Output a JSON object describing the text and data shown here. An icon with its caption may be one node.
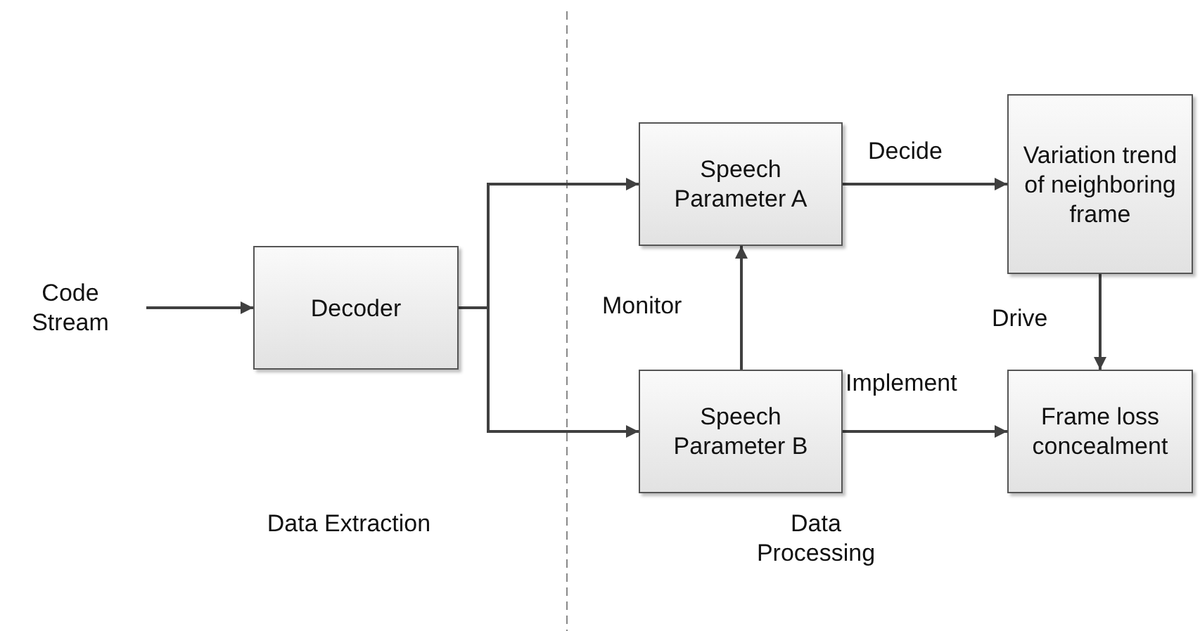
{
  "diagram": {
    "nodes": [
      {
        "text": [
          "Code Stream"
        ]
      },
      {
        "text": [
          "Decoder"
        ]
      },
      {
        "text": [
          "Speech Parameter A"
        ]
      },
      {
        "text": [
          "Variation trend of neighboring frame"
        ]
      },
      {
        "text": [
          "Speech Parameter B"
        ]
      },
      {
        "text": [
          "Frame loss concealment"
        ]
      }
    ],
    "edges": [
      {
        "from": 0,
        "to": 1,
        "arrow": "to"
      },
      {
        "from": 1,
        "to": 2,
        "arrow": "to"
      },
      {
        "from": 1,
        "to": 4,
        "arrow": "to"
      },
      {
        "from": 2,
        "to": 3,
        "arrow": "to",
        "label": "Decide"
      },
      {
        "from": 4,
        "to": 2,
        "arrow": "to",
        "label": "Monitor"
      },
      {
        "from": 3,
        "to": 5,
        "arrow": "to",
        "label": "Drive"
      },
      {
        "from": 4,
        "to": 5,
        "arrow": "to",
        "label": "Implement"
      }
    ],
    "labels": [
      "Data Extraction",
      "Data Processing"
    ]
  }
}
